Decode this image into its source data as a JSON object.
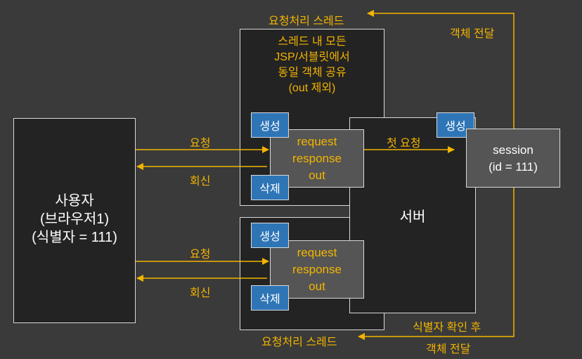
{
  "user": {
    "label": "사용자\n(브라우저1)\n(식별자 = 111)"
  },
  "server": {
    "label": "서버"
  },
  "top_thread": {
    "note": "스레드 내 모든\nJSP/서블릿에서\n동일 객체 공유\n(out 제외)",
    "caption": "요청처리 스레드",
    "create": "생성",
    "delete": "삭제",
    "objects": "request\nresponse\nout",
    "request_label": "요청",
    "reply_label": "회신"
  },
  "bottom_thread": {
    "caption": "요청처리 스레드",
    "create": "생성",
    "delete": "삭제",
    "objects": "request\nresponse\nout",
    "request_label": "요청",
    "reply_label": "회신"
  },
  "session": {
    "create": "생성",
    "label": "session\n(id = 111)",
    "first_request": "첫 요청",
    "deliver_top": "객체 전달",
    "deliver_bottom": "객체 전달",
    "after_check": "식별자 확인 후"
  },
  "colors": {
    "accent": "#f2b400",
    "blue": "#2e75b6",
    "background": "#3a3a3a"
  }
}
